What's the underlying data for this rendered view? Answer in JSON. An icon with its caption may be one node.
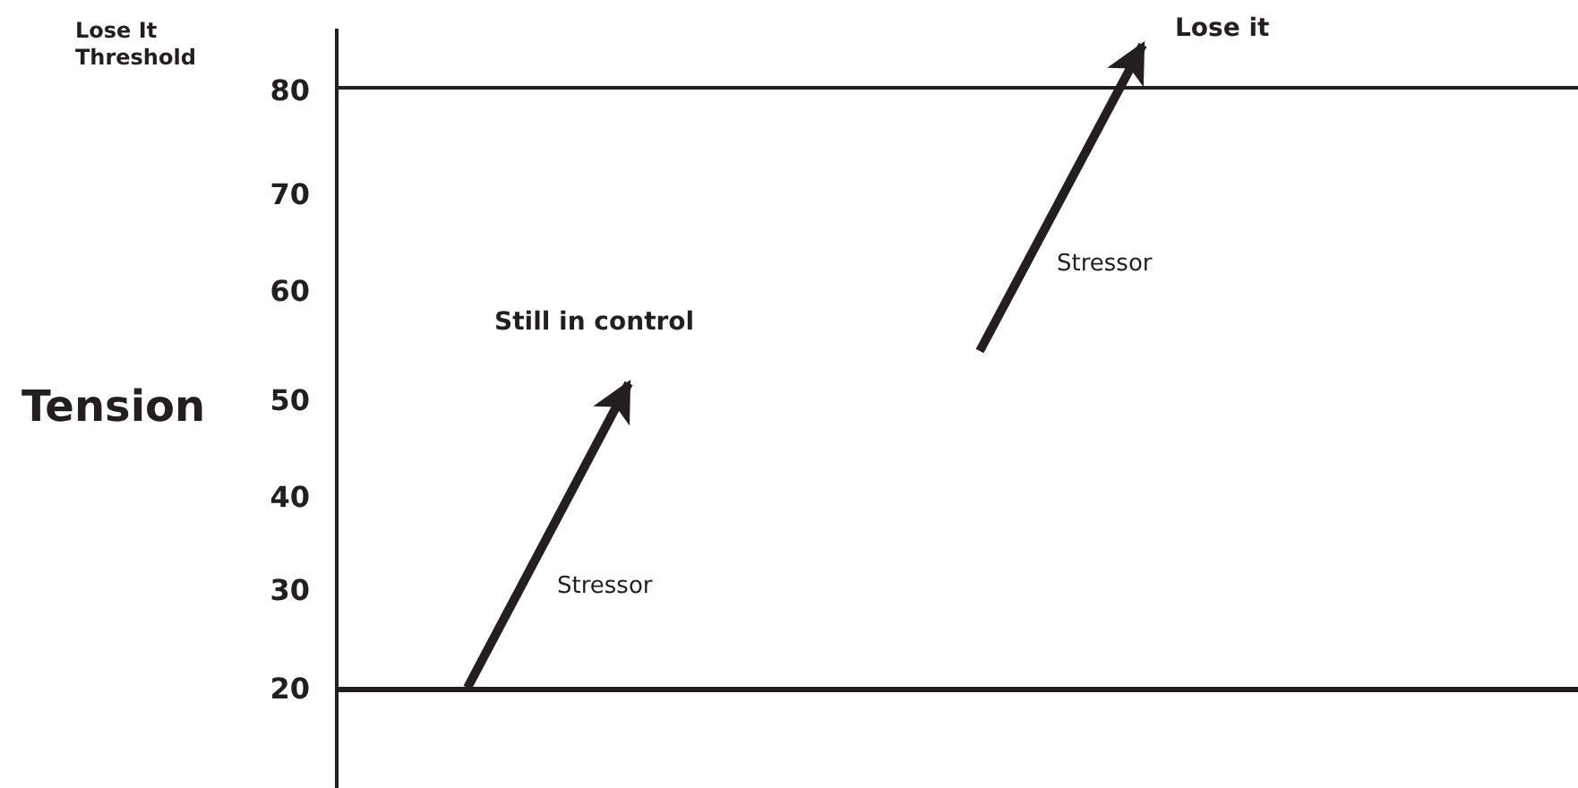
{
  "diagram": {
    "nodes": [
      {
        "text": [
          "Still in control"
        ]
      },
      {
        "text": [
          "Lose it"
        ]
      }
    ],
    "edges": [
      {
        "from": null,
        "to": 0,
        "arrow": "to",
        "label": "Stressor"
      },
      {
        "from": null,
        "to": 1,
        "arrow": "to",
        "label": "Stressor"
      }
    ],
    "labels": [
      "Lose It Threshold",
      "80",
      "70",
      "60",
      "Tension",
      "50",
      "40",
      "30",
      "20"
    ]
  }
}
